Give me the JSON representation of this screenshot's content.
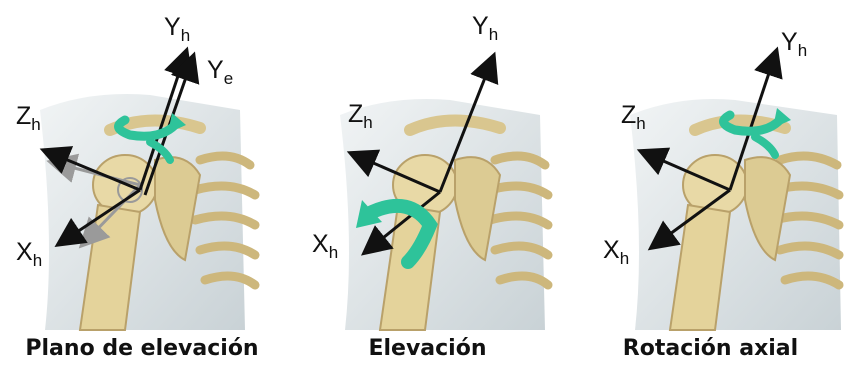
{
  "panels": [
    {
      "caption": "Plano de elevación",
      "axes": {
        "Y": "Y",
        "Y_sub": "h",
        "Ye": "Y",
        "Ye_sub": "e",
        "Z": "Z",
        "Z_sub": "h",
        "X": "X",
        "X_sub": "h"
      }
    },
    {
      "caption": "Elevación",
      "axes": {
        "Y": "Y",
        "Y_sub": "h",
        "Z": "Z",
        "Z_sub": "h",
        "X": "X",
        "X_sub": "h"
      }
    },
    {
      "caption": "Rotación axial",
      "axes": {
        "Y": "Y",
        "Y_sub": "h",
        "Z": "Z",
        "Z_sub": "h",
        "X": "X",
        "X_sub": "h"
      }
    }
  ],
  "colors": {
    "bone": "#e8d9a6",
    "bone_shadow": "#b9a16a",
    "skin": "#d6dde0",
    "rotation_arrow": "#2ec39a",
    "axis": "#111111",
    "secondary_axis": "#9a9a9a"
  },
  "icons": {
    "rotation": "rotation-arrow-icon"
  }
}
